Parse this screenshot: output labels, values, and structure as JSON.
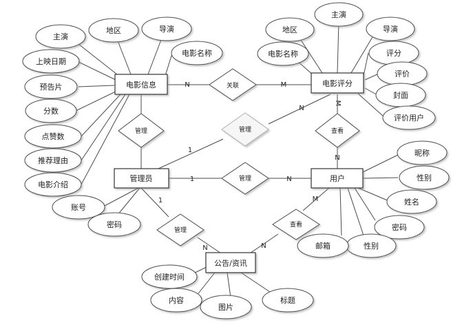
{
  "entities": {
    "movie_info": "电影信息",
    "movie_review": "电影评分",
    "admin": "管理员",
    "user": "用户",
    "notice": "公告/资讯"
  },
  "relationships": {
    "link": "关联",
    "manage_movie": "管理",
    "manage_review": "管理",
    "manage_user": "管理",
    "manage_notice": "管理",
    "view_review": "查看",
    "view_notice": "查看"
  },
  "attributes": {
    "movie_info": [
      "主演",
      "地区",
      "导演",
      "电影名称",
      "上映日期",
      "预告片",
      "分数",
      "点赞数",
      "推荐理由",
      "电影介绍"
    ],
    "movie_review": [
      "地区",
      "主演",
      "导演",
      "电影名称",
      "评分",
      "评价",
      "封面",
      "评价用户"
    ],
    "admin": [
      "账号",
      "密码"
    ],
    "user": [
      "昵称",
      "性别",
      "姓名",
      "密码",
      "性别",
      "邮箱"
    ],
    "notice": [
      "创建时间",
      "内容",
      "图片",
      "标题"
    ]
  },
  "cardinalities": {
    "n": "N",
    "m": "M",
    "one": "1"
  }
}
